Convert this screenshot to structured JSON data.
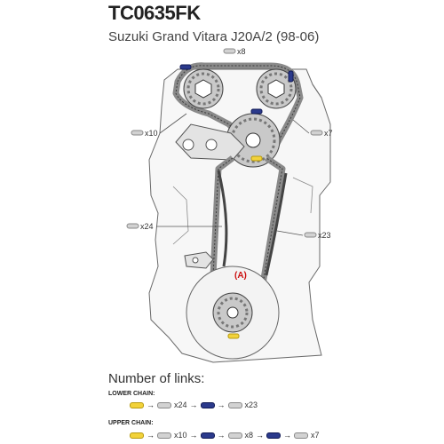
{
  "header": {
    "title": "TC0635FK",
    "subtitle": "Suzuki Grand Vitara J20A/2 (98-06)"
  },
  "diagram": {
    "callouts": {
      "x8": "x8",
      "x10": "x10",
      "x7": "x7",
      "x24": "x24",
      "x23": "x23",
      "marker_a": "(A)"
    }
  },
  "links": {
    "heading": "Number of links:",
    "lower_chain": {
      "title": "LOWER CHAIN:",
      "counts": [
        "x24",
        "x23"
      ]
    },
    "upper_chain": {
      "title": "UPPER CHAIN:",
      "counts": [
        "x10",
        "x8",
        "x7"
      ]
    }
  },
  "colors": {
    "marker_yellow": "#f2d23a",
    "marker_blue": "#2b3a8c",
    "marker_a_red": "#cc1111",
    "chain_grey": "#8a8a8a"
  }
}
